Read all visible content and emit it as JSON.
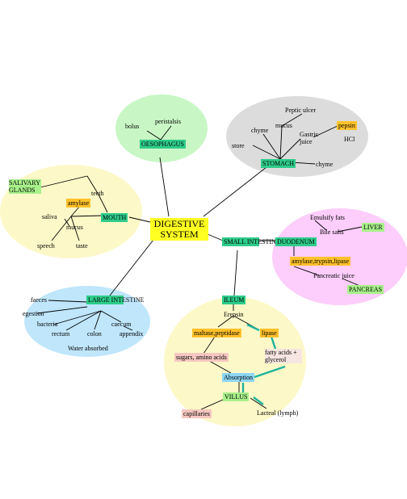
{
  "colors": {
    "oesophagus_region": "#c8f7c5",
    "stomach_region": "#dcdcdc",
    "salivary_region": "#fdf8c8",
    "liver_region": "#fdcdfb",
    "large_intestine_region": "#bfe6fb",
    "ileum_region": "#fdf8c8",
    "organ_label": "#2ecc8a",
    "enzyme_label": "#ffc12a",
    "gland_label": "#a8f08a",
    "central_node": "#ffff22"
  },
  "center": {
    "label": "DIGESTIVE SYSTEM"
  },
  "oesophagus": {
    "label": "OESOPHAGUS",
    "bolus": "bolus",
    "peristalsis": "peristalsis"
  },
  "stomach": {
    "label": "STOMACH",
    "peptic_ulcer": "Peptic ulcer",
    "mucus": "mucus",
    "chyme": "chyme",
    "gastric_juice": "Gastric juice",
    "pepsin": "pepsin",
    "hcl": "HCl",
    "store": "store",
    "chyme2": "chyme"
  },
  "mouth": {
    "label": "MOUTH",
    "salivary_glands": "SALIVARY GLANDS",
    "amylase": "amylase",
    "teeth": "teeth",
    "saliva": "saliva",
    "mucus": "mucus",
    "speech": "speech",
    "taste": "taste"
  },
  "small_intestine": {
    "label": "SMALL INTESTINE"
  },
  "duodenum": {
    "label": "DUODENUM",
    "emulsify_fats": "Emulsify fats",
    "bile_salts": "Bile salts",
    "liver": "LIVER",
    "enzymes": "amylase,trypsin,lipase",
    "pancreatic_juice": "Pancreatic juice",
    "pancreas": "PANCREAS"
  },
  "large_intestine": {
    "label": "LARGE INTESTINE",
    "faeces": "faeces",
    "egestion": "egestion",
    "bacteria": "bacteria",
    "rectum": "rectum",
    "colon": "colon",
    "caecum": "caecum",
    "appendix": "appendix",
    "water_absorbed": "Water absorbed"
  },
  "ileum": {
    "label": "ILEUM",
    "erepsin": "Erepsin",
    "maltase_peptidase": "maltase,peptidase",
    "lipase": "lipase",
    "sugars_amino_acids": "sugars, amino acids",
    "fatty_acids": "fatty acids + glycerol",
    "absorption": "Absorption",
    "villus": "VILLUS",
    "capillaries": "capillaries",
    "lacteal": "Lacteal (lymph)"
  }
}
